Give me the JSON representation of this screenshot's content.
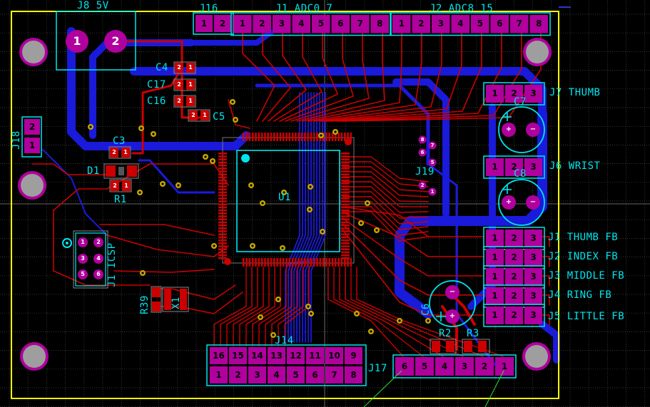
{
  "colors": {
    "background": "#000000",
    "grid": "#4a4a4a",
    "board_outline": "#ffff00",
    "top_copper": "#cc0000",
    "bottom_copper": "#1a1adb",
    "pad": "#b0009e",
    "silkscreen": "#00e5ee"
  },
  "labels": {
    "j8": "J8 5V",
    "j16": "J16",
    "j1_adc": "J1 ADC0 7",
    "j2_adc": "J2 ADC8 15",
    "c4": "C4",
    "c17": "C17",
    "c16": "C16",
    "c5": "C5",
    "j18": "J18",
    "c3": "C3",
    "d1": "D1",
    "r1": "R1",
    "u1": "U1",
    "j19": "J19",
    "j7": "J7 THUMB",
    "c7": "C7",
    "j6": "J6 WRIST",
    "c8": "C8",
    "j1_thumb": "J1 THUMB FB",
    "j2_index": "J2 INDEX FB",
    "j3_middle": "J3 MIDDLE FB",
    "j4_ring": "J4 RING FB",
    "j5_little": "J5 LITTLE FB",
    "c6": "C6",
    "r2": "R2",
    "r3": "R3",
    "j1_icsp": "J1 ICSP",
    "r39": "R39",
    "x1": "X1",
    "j14": "J14",
    "j17": "J17"
  },
  "pads": {
    "j8": [
      "1",
      "2"
    ],
    "j16": [
      "1",
      "2"
    ],
    "j1_adc": [
      "1",
      "2",
      "3",
      "4",
      "5",
      "6",
      "7",
      "8"
    ],
    "j2_adc": [
      "1",
      "2",
      "3",
      "4",
      "5",
      "6",
      "7",
      "8"
    ],
    "j18": [
      "2",
      "1"
    ],
    "j7": [
      "1",
      "2",
      "3"
    ],
    "j6": [
      "1",
      "2",
      "3"
    ],
    "fb_header": [
      "1",
      "2",
      "3"
    ],
    "j14_top": [
      "16",
      "15",
      "14",
      "13",
      "12",
      "11",
      "10",
      "9"
    ],
    "j14_bottom": [
      "1",
      "2",
      "3",
      "4",
      "5",
      "6",
      "7",
      "8"
    ],
    "j17": [
      "6",
      "5",
      "4",
      "3",
      "2",
      "1"
    ],
    "j19": [
      "8",
      "7",
      "6",
      "5",
      "2",
      "1"
    ],
    "icsp_left": [
      "1",
      "3",
      "5"
    ],
    "icsp_right": [
      "2",
      "4",
      "6"
    ],
    "smd": [
      "2",
      "1"
    ],
    "cap_marks": [
      "+",
      "−"
    ]
  }
}
